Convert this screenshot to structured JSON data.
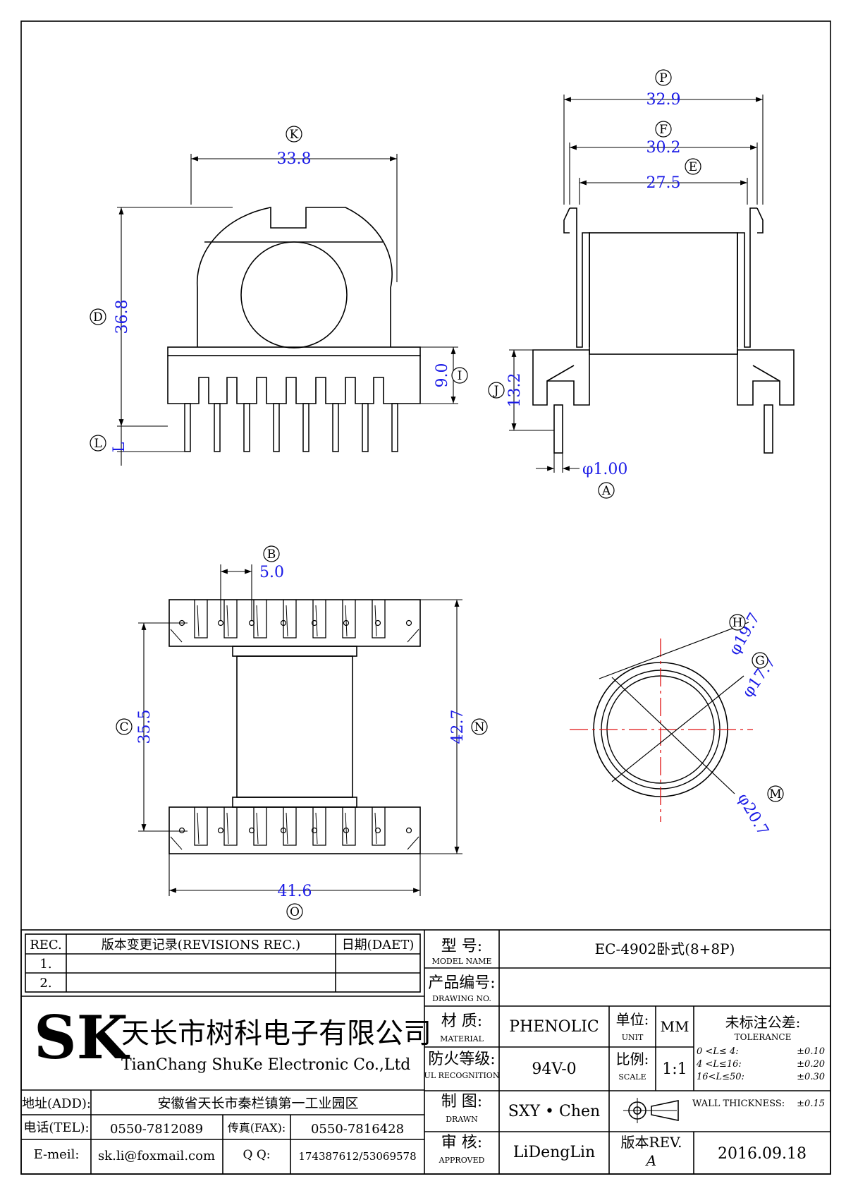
{
  "drawing": {
    "dims": {
      "P": "32.9",
      "F": "30.2",
      "E": "27.5",
      "K": "33.8",
      "D": "36.8",
      "I": "9.0",
      "J": "13.2",
      "L": "L",
      "A": "φ1.00",
      "B": "5.0",
      "C": "35.5",
      "N": "42.7",
      "O": "41.6",
      "H": "φ19.7",
      "G": "φ17.7",
      "M": "φ20.7"
    },
    "refs": {
      "P": "P",
      "F": "F",
      "E": "E",
      "K": "K",
      "D": "D",
      "I": "I",
      "J": "J",
      "L": "L",
      "A": "A",
      "B": "B",
      "C": "C",
      "N": "N",
      "O": "O",
      "H": "H",
      "G": "G",
      "M": "M"
    },
    "colors": {
      "line": "#000000",
      "dimension": "#1a1ae6",
      "center": "#e01010"
    }
  },
  "title_block": {
    "rev_header": "REC.",
    "rev_desc_header": "版本变更记录(REVISIONS REC.)",
    "rev_date_header": "日期(DAET)",
    "rev_rows": [
      "1.",
      "2."
    ],
    "model_label": "型  号:",
    "model_label_en": "MODEL NAME",
    "model_value": "EC-4902卧式(8+8P)",
    "drawing_no_label": "产品编号:",
    "drawing_no_label_en": "DRAWING NO.",
    "drawing_no_value": "",
    "company_cn": "天长市树科电子有限公司",
    "company_en": "TianChang ShuKe Electronic Co.,Ltd",
    "logo_text": "SK",
    "material_label": "材  质:",
    "material_label_en": "MATERIAL",
    "material_value": "PHENOLIC",
    "unit_label": "单位:",
    "unit_label_en": "UNIT",
    "unit_value": "MM",
    "tolerance_title": "未标注公差:",
    "tolerance_en": "TOLERANCE",
    "tolerance_rows": [
      {
        "range": "0 <L≤ 4:",
        "value": "±0.10"
      },
      {
        "range": "4 <L≤16:",
        "value": "±0.20"
      },
      {
        "range": "16<L≤50:",
        "value": "±0.30"
      },
      {
        "range": "WALL THICKNESS:",
        "value": "±0.15"
      }
    ],
    "fire_label": "防火等级:",
    "fire_label_en": "UL RECOGNITION",
    "fire_value": "94V-0",
    "scale_label": "比例:",
    "scale_label_en": "SCALE",
    "scale_value": "1:1",
    "address_label": "地址(ADD):",
    "address_value": "安徽省天长市秦栏镇第一工业园区",
    "drawn_label": "制  图:",
    "drawn_label_en": "DRAWN",
    "drawn_value": "SXY • Chen",
    "tel_label": "电话(TEL):",
    "tel_value": "0550-7812089",
    "fax_label": "传真(FAX):",
    "fax_value": "0550-7816428",
    "approved_label": "审  核:",
    "approved_label_en": "APPROVED",
    "approved_value": "LiDengLin",
    "rev_label": "版本REV.",
    "rev_value": "A",
    "date_value": "2016.09.18",
    "email_label": "E-meil:",
    "email_value": "sk.li@foxmail.com",
    "qq_label": "Q Q:",
    "qq_value": "174387612/53069578"
  }
}
